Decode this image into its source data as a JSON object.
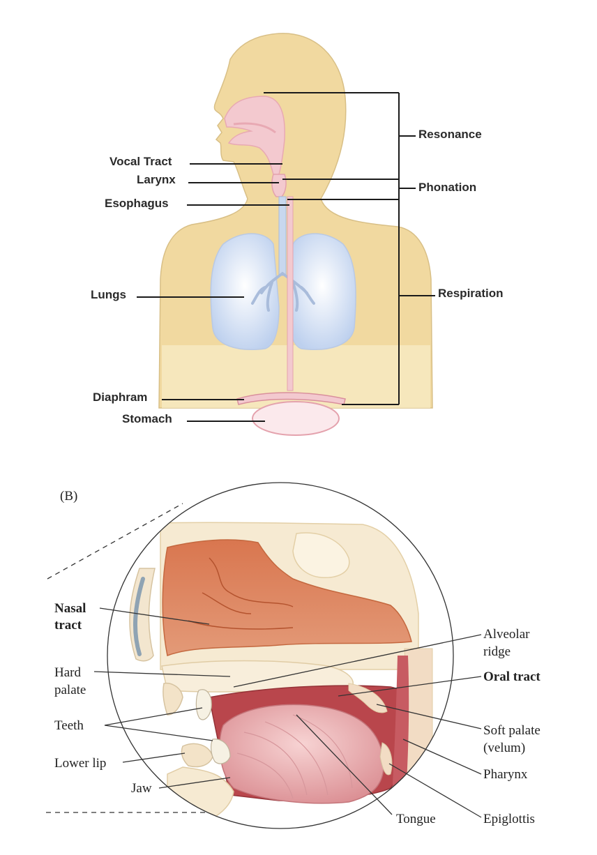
{
  "figure_a": {
    "labels": {
      "vocal_tract": "Vocal Tract",
      "larynx": "Larynx",
      "esophagus": "Esophagus",
      "lungs": "Lungs",
      "diaphram": "Diaphram",
      "stomach": "Stomach",
      "resonance": "Resonance",
      "phonation": "Phonation",
      "respiration": "Respiration"
    }
  },
  "figure_b": {
    "panel_label": "(B)",
    "labels": {
      "nasal_tract_1": "Nasal",
      "nasal_tract_2": "tract",
      "hard_palate_1": "Hard",
      "hard_palate_2": "palate",
      "teeth": "Teeth",
      "lower_lip": "Lower lip",
      "jaw": "Jaw",
      "alveolar_ridge_1": "Alveolar",
      "alveolar_ridge_2": "ridge",
      "oral_tract": "Oral tract",
      "soft_palate_1": "Soft palate",
      "soft_palate_2": "(velum)",
      "pharynx": "Pharynx",
      "epiglottis": "Epiglottis",
      "tongue": "Tongue"
    }
  },
  "colors": {
    "skin": "#f1d9a0",
    "lung": "#c9d9f0",
    "airway": "#f3c9cf",
    "nasal_tissue": "#d97b5c",
    "oral_tissue": "#b9464c",
    "tongue": "#e8a7a7",
    "bone": "#f6ead2"
  }
}
